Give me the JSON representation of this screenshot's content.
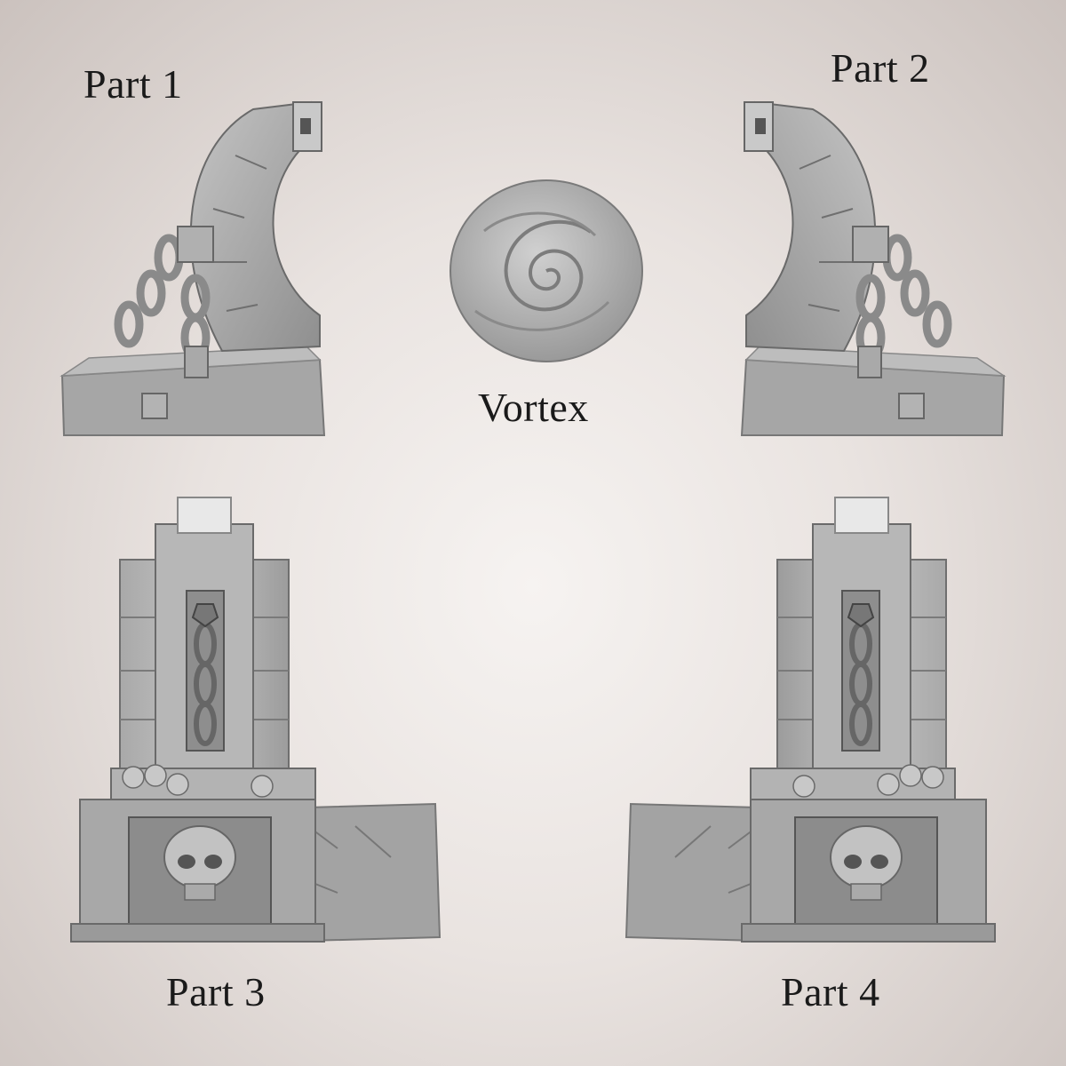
{
  "labels": {
    "part1": "Part 1",
    "part2": "Part 2",
    "vortex": "Vortex",
    "part3": "Part 3",
    "part4": "Part 4"
  },
  "colors": {
    "background_center": "#f6f3f1",
    "background_edge": "#cbc2be",
    "model_light": "#b9b9b9",
    "model_mid": "#9b9b9b",
    "model_dark": "#6f6f6f",
    "label_text": "#1a1a1a"
  }
}
